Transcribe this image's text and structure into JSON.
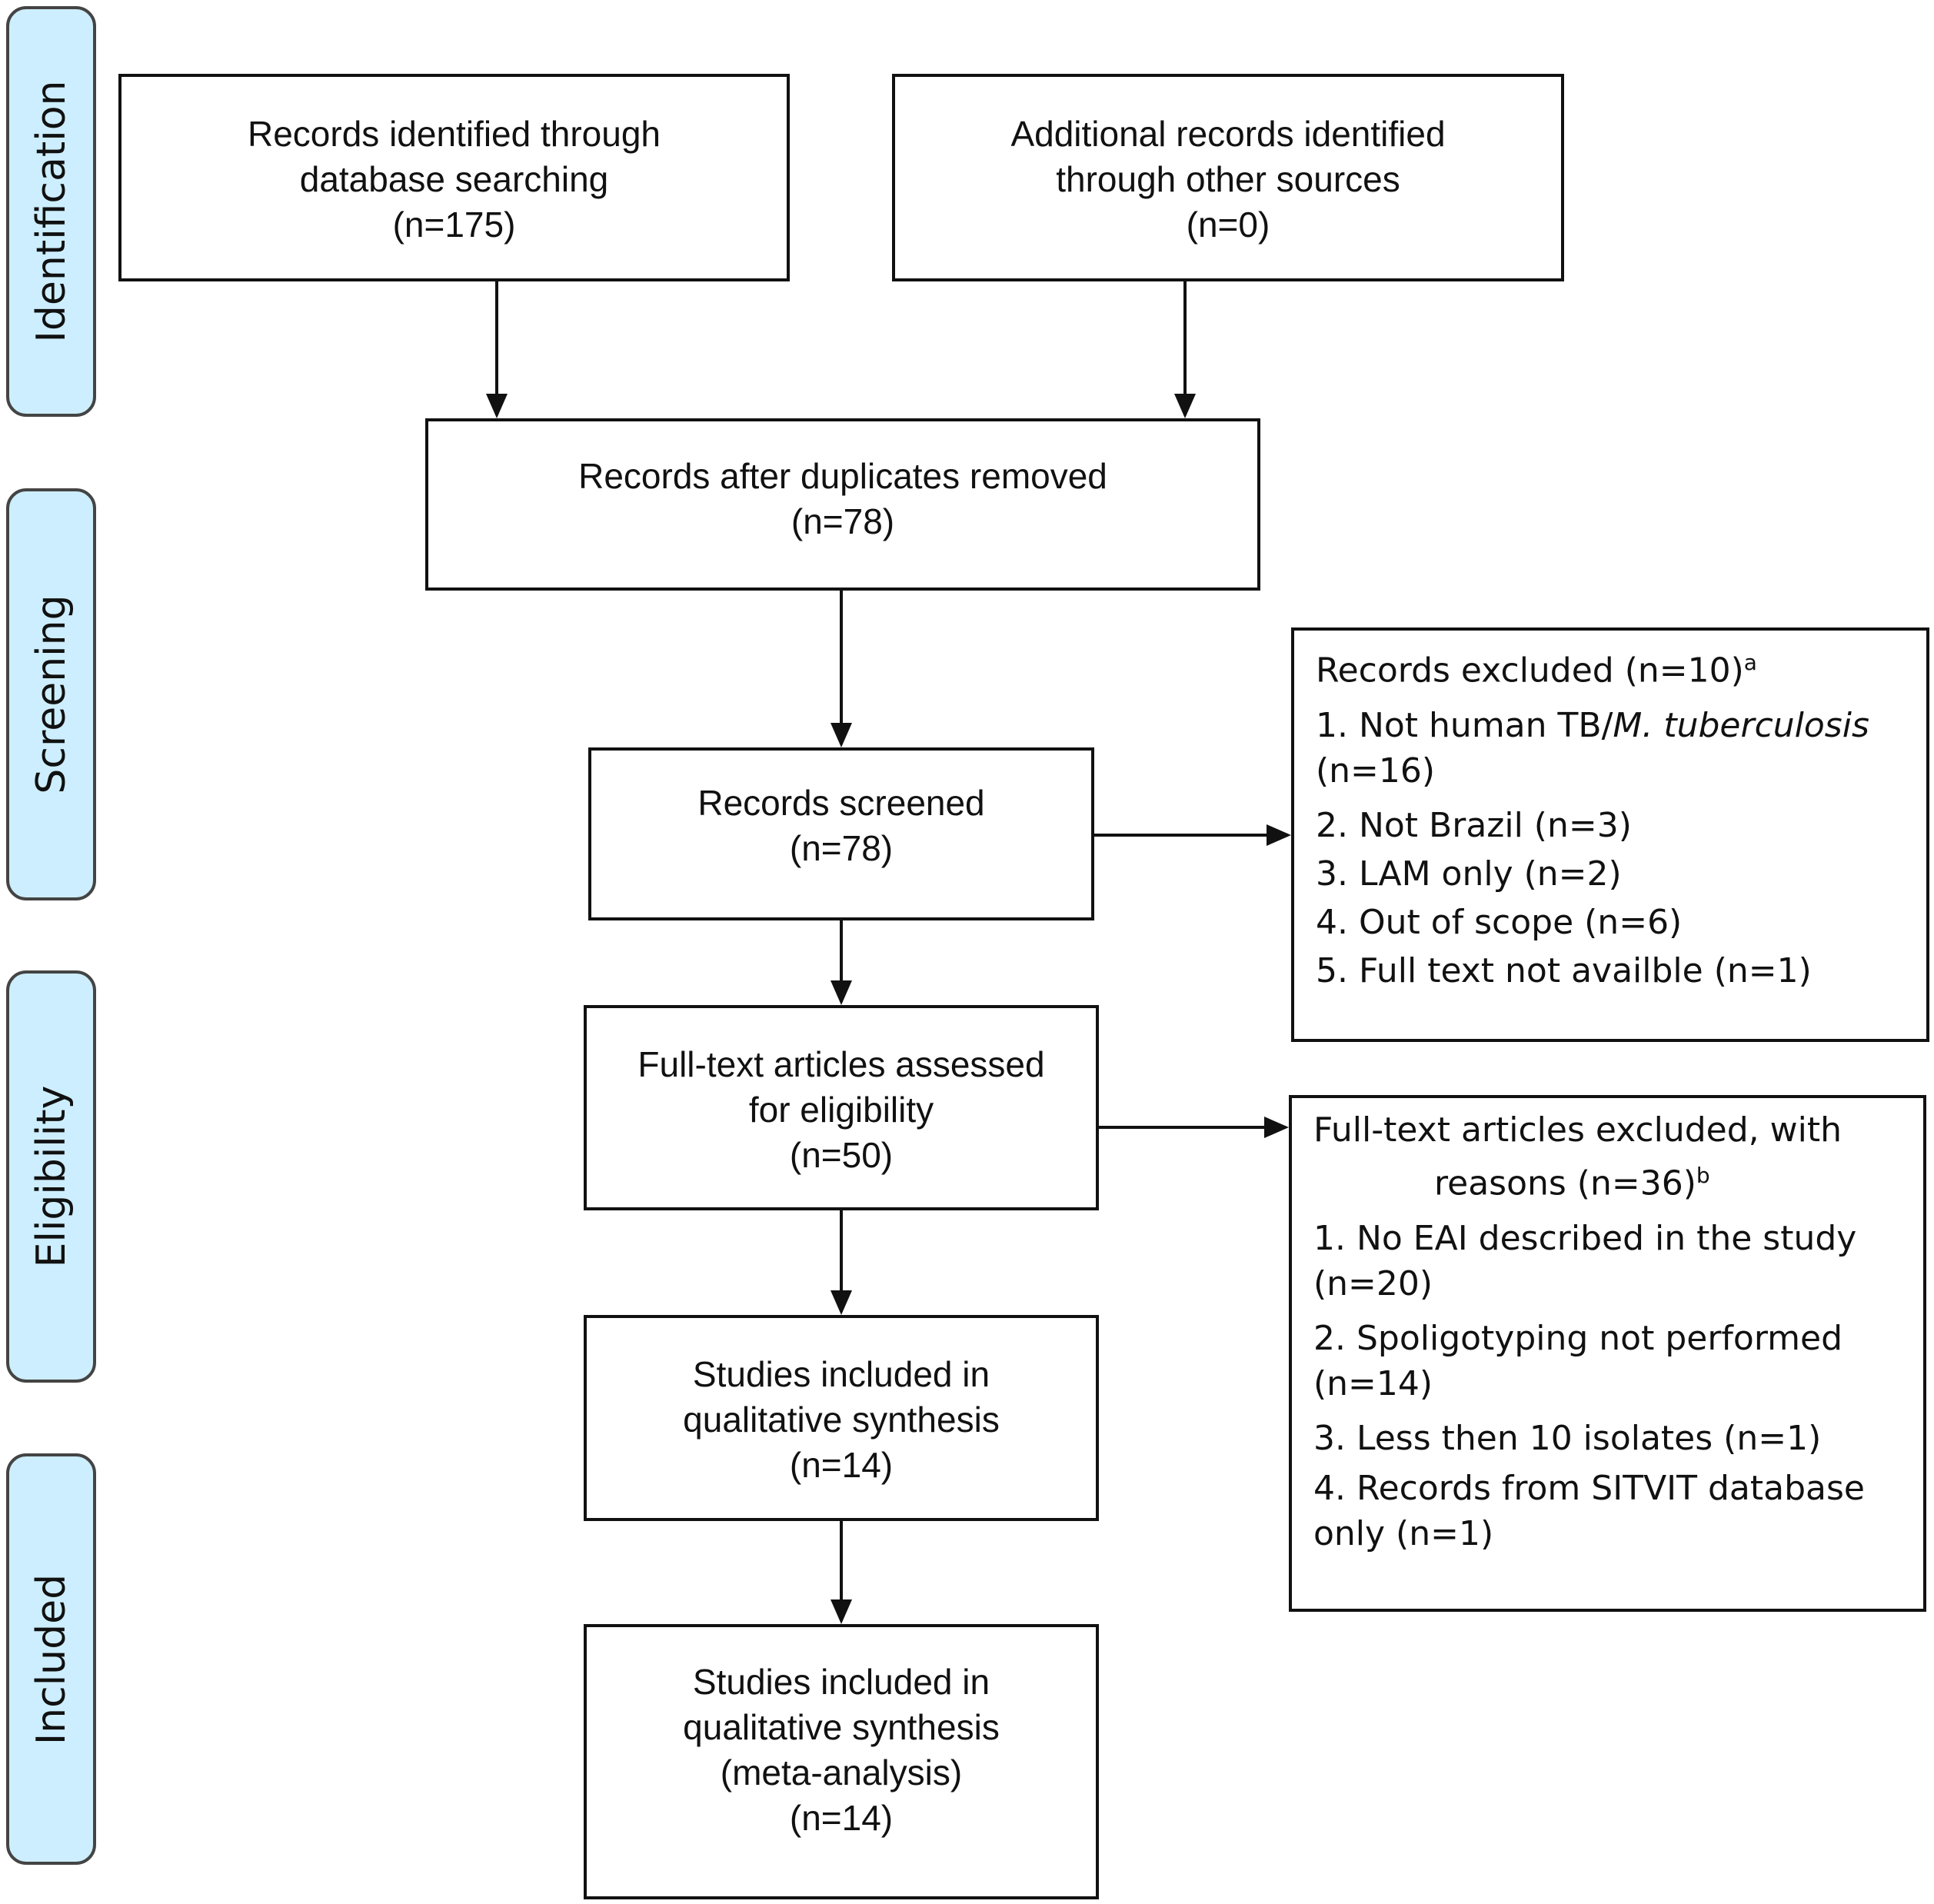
{
  "stages": [
    "Identification",
    "Screening",
    "Eligibility",
    "Included"
  ],
  "boxes": {
    "database": [
      "Records identified through",
      "database searching",
      "(n=175)"
    ],
    "other": [
      "Additional records identified",
      "through other sources",
      "(n=0)"
    ],
    "dedup": [
      "Records after duplicates removed",
      "(n=78)"
    ],
    "screened": [
      "Records screened",
      "(n=78)"
    ],
    "fulltext": [
      "Full-text articles assessed",
      "for eligibility",
      "(n=50)"
    ],
    "qualitative": [
      "Studies included in",
      "qualitative synthesis",
      "(n=14)"
    ],
    "meta": [
      "Studies included in",
      "qualitative synthesis",
      "(meta-analysis)",
      "(n=14)"
    ]
  },
  "records_excluded": {
    "title": "Records excluded (n=10)",
    "sup": "a",
    "items": [
      {
        "prefix": "1. Not human TB/",
        "italic": "M. tuberculosis",
        "rest": "(n=16)"
      },
      {
        "text": "2. Not Brazil (n=3)"
      },
      {
        "text": "3. LAM only (n=2)"
      },
      {
        "text": "4. Out of scope (n=6)"
      },
      {
        "text": "5. Full text not availble (n=1)"
      }
    ]
  },
  "fulltext_excluded": {
    "title1": "Full-text articles excluded, with",
    "title2": "reasons (n=36)",
    "sup": "b",
    "items": [
      [
        "1. No EAI described in the study",
        "(n=20)"
      ],
      [
        "2. Spoligotyping not performed",
        "(n=14)"
      ],
      [
        "3. Less then 10 isolates (n=1)"
      ],
      [
        "4. Records from SITVIT database",
        "only (n=1)"
      ]
    ]
  },
  "colors": {
    "stage_fill": "#cdeefe",
    "stroke": "#111111"
  }
}
